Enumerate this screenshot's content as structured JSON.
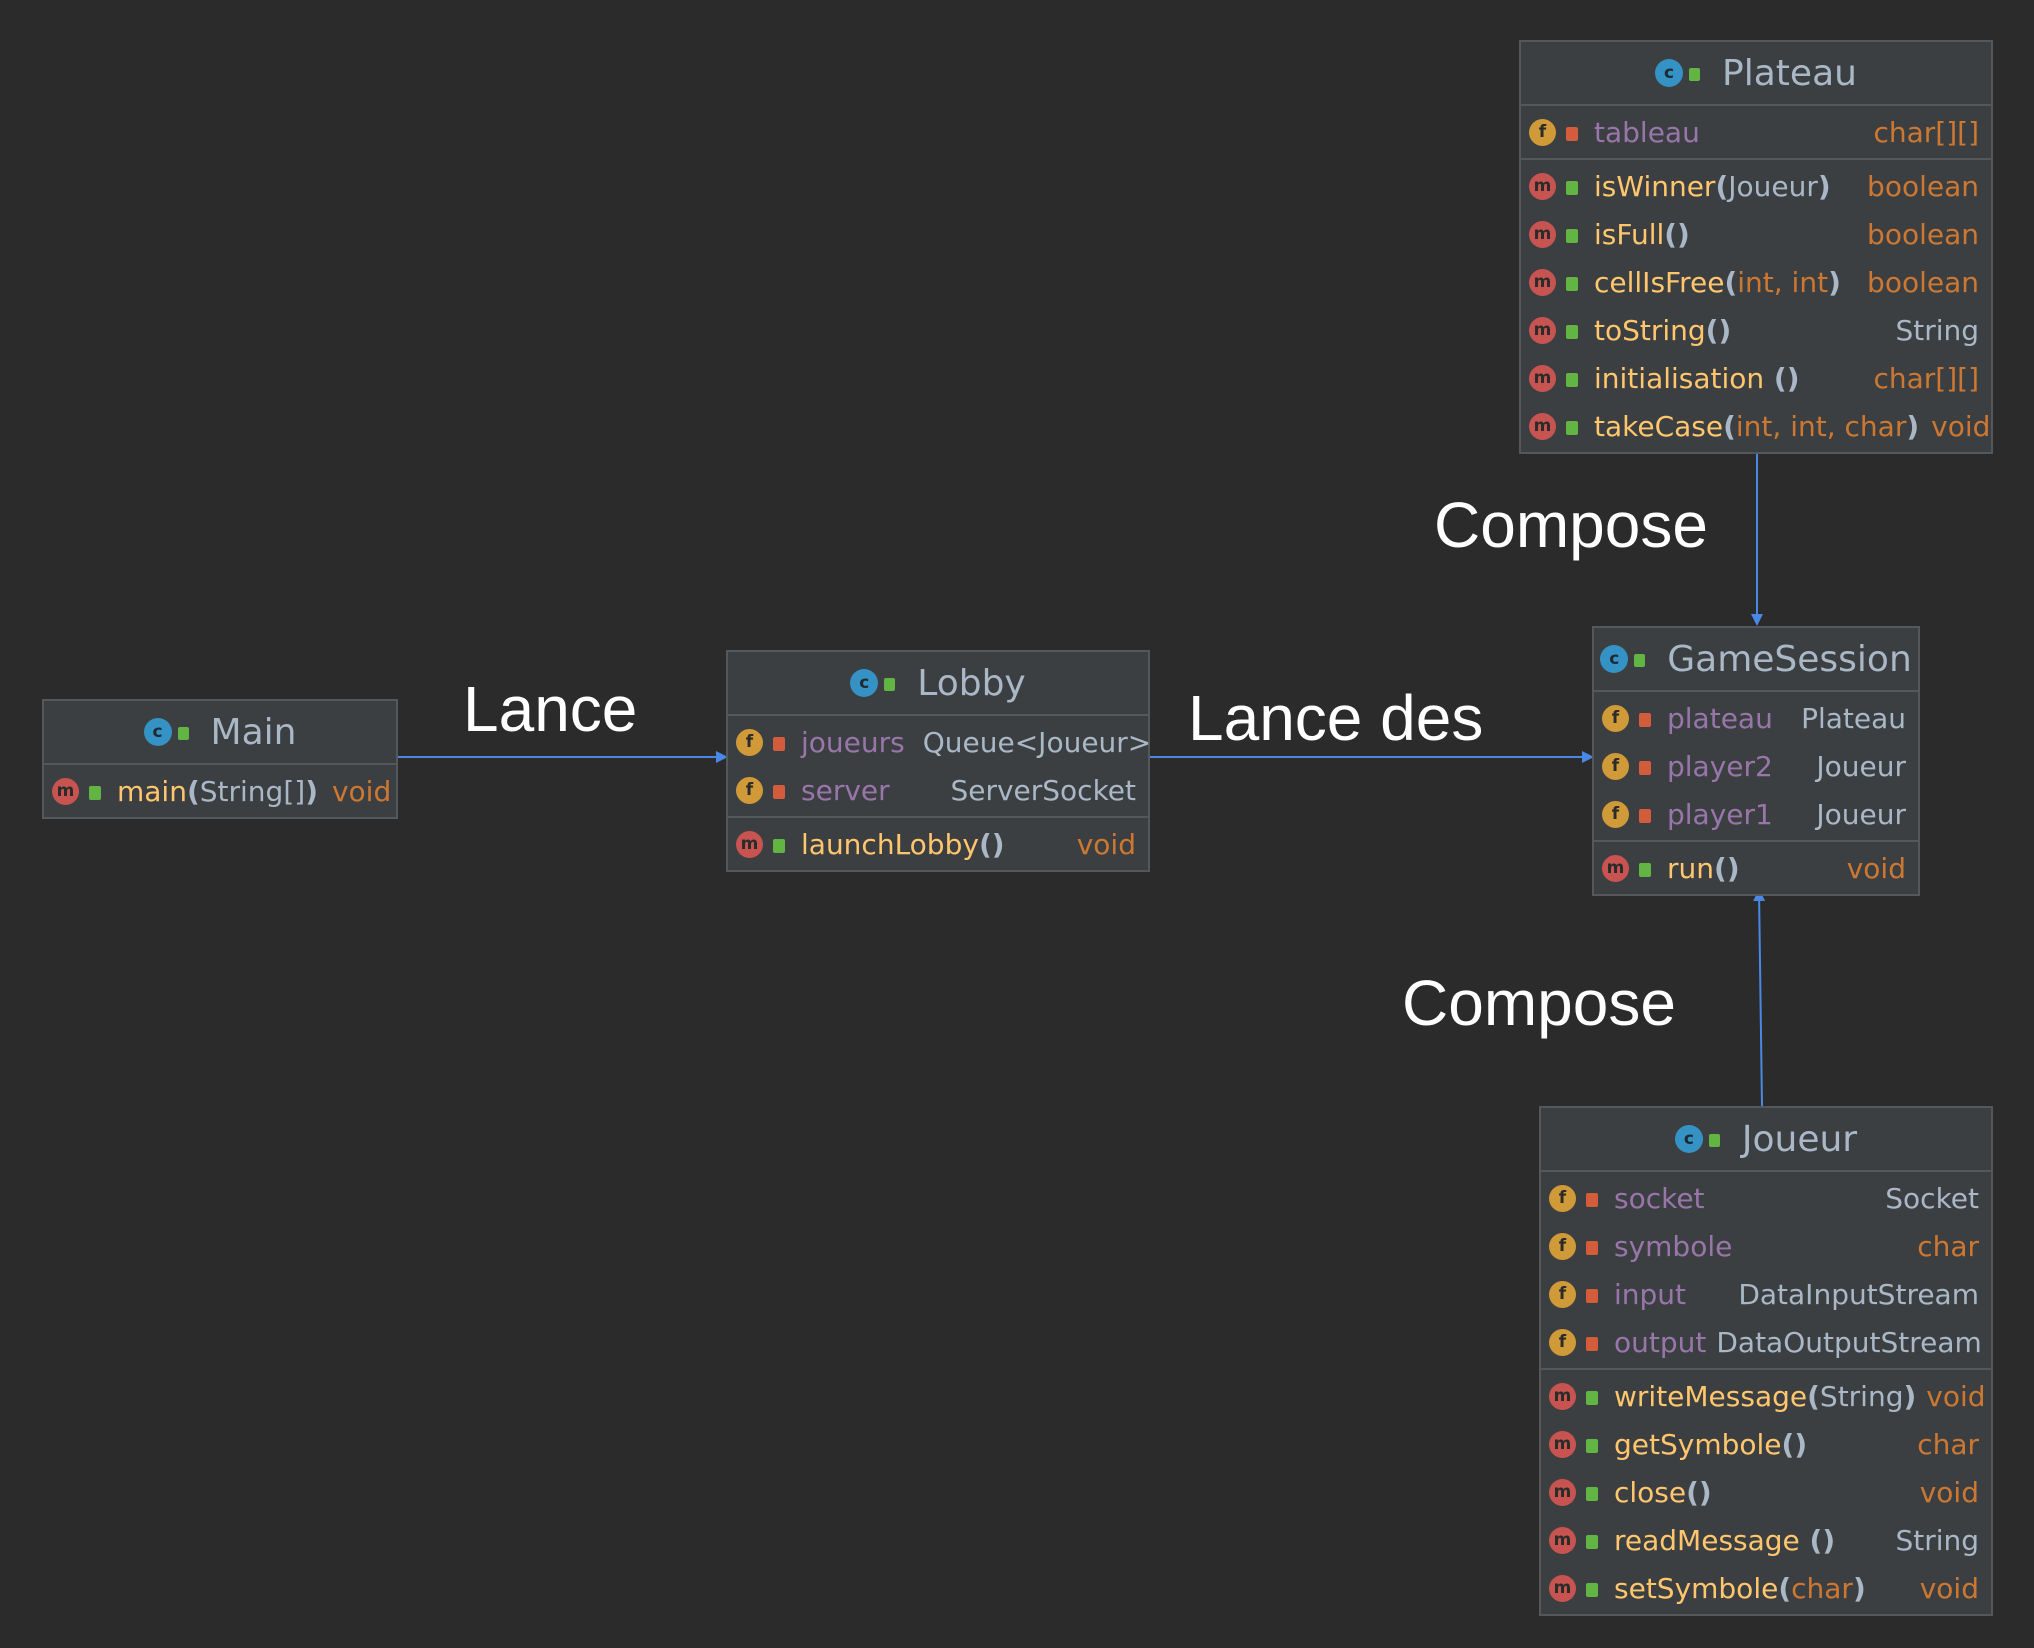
{
  "classes": {
    "main": {
      "name": "Main",
      "methods": [
        {
          "name": "main",
          "params": "String[]",
          "type": "void"
        }
      ]
    },
    "lobby": {
      "name": "Lobby",
      "fields": [
        {
          "name": "joueurs",
          "type": "Queue<Joueur>"
        },
        {
          "name": "server",
          "type": "ServerSocket"
        }
      ],
      "methods": [
        {
          "name": "launchLobby",
          "params": "",
          "type": "void"
        }
      ]
    },
    "plateau": {
      "name": "Plateau",
      "fields": [
        {
          "name": "tableau",
          "type": "char[][]"
        }
      ],
      "methods": [
        {
          "name": "isWinner",
          "params": "Joueur",
          "type": "boolean"
        },
        {
          "name": "isFull",
          "params": "",
          "type": "boolean"
        },
        {
          "name": "cellIsFree",
          "params": "int, int",
          "type": "boolean"
        },
        {
          "name": "toString",
          "params": "",
          "type": "String"
        },
        {
          "name": "initialisation",
          "params": "",
          "type": "char[][]"
        },
        {
          "name": "takeCase",
          "params": "int, int, char",
          "type": "void"
        }
      ]
    },
    "gamesession": {
      "name": "GameSession",
      "fields": [
        {
          "name": "plateau",
          "type": "Plateau"
        },
        {
          "name": "player2",
          "type": "Joueur"
        },
        {
          "name": "player1",
          "type": "Joueur"
        }
      ],
      "methods": [
        {
          "name": "run",
          "params": "",
          "type": "void"
        }
      ]
    },
    "joueur": {
      "name": "Joueur",
      "fields": [
        {
          "name": "socket",
          "type": "Socket"
        },
        {
          "name": "symbole",
          "type": "char"
        },
        {
          "name": "input",
          "type": "DataInputStream"
        },
        {
          "name": "output",
          "type": "DataOutputStream"
        }
      ],
      "methods": [
        {
          "name": "writeMessage",
          "params": "String",
          "type": "void"
        },
        {
          "name": "getSymbole",
          "params": "",
          "type": "char"
        },
        {
          "name": "close",
          "params": "",
          "type": "void"
        },
        {
          "name": "readMessage",
          "params": "",
          "type": "String"
        },
        {
          "name": "setSymbole",
          "params": "char",
          "type": "void"
        }
      ]
    }
  },
  "relations": {
    "main_lobby": "Lance",
    "lobby_gamesession": "Lance des",
    "plateau_gamesession": "Compose",
    "joueur_gamesession": "Compose"
  },
  "icons": {
    "class": "class-icon",
    "field": "field-icon",
    "method": "method-icon",
    "public": "public-visibility-icon",
    "private": "private-visibility-icon"
  },
  "colors": {
    "background": "#2b2b2b",
    "box": "#3c3f41",
    "border": "#55585b",
    "arrow": "#4a88e6",
    "field_name": "#9876aa",
    "method_name": "#ffc66d",
    "primitive": "#cc7832"
  }
}
